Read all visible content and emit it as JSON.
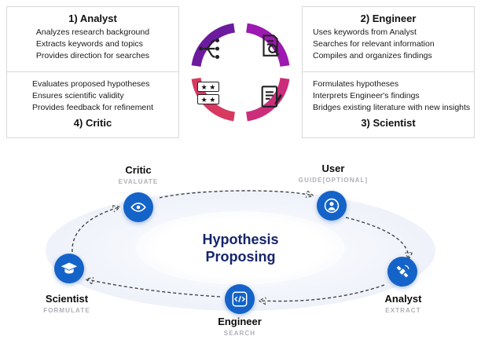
{
  "colors": {
    "ring_top_left": "#6d1b9e",
    "ring_top_right": "#9c1ab1",
    "ring_bottom_right": "#cb2d7b",
    "ring_bottom_left": "#d8395f",
    "node_blue": "#1463c8",
    "center_text": "#16256b",
    "role_gray": "#aeaeb9"
  },
  "quadrants": {
    "analyst": {
      "title": "1) Analyst",
      "lines": [
        "Analyzes research background",
        "Extracts keywords and topics",
        "Provides direction for searches"
      ]
    },
    "engineer": {
      "title": "2) Engineer",
      "lines": [
        "Uses keywords from Analyst",
        "Searches for relevant information",
        "Compiles and organizes findings"
      ]
    },
    "critic": {
      "title": "4) Critic",
      "lines": [
        "Evaluates proposed hypotheses",
        "Ensures scientific validity",
        "Provides feedback for refinement"
      ]
    },
    "scientist": {
      "title": "3) Scientist",
      "lines": [
        "Formulates hypotheses",
        "Interprets Engineer's findings",
        "Bridges existing literature with new insights"
      ]
    }
  },
  "ring_icons": {
    "analyst": "keyword-network-icon",
    "engineer": "document-search-icon",
    "critic": "rating-stars-icon",
    "scientist": "document-pen-icon",
    "critic_stars_rows": [
      "★ ★",
      "★ ★"
    ]
  },
  "cycle": {
    "center_line1": "Hypothesis",
    "center_line2": "Proposing",
    "nodes": {
      "critic": {
        "name": "Critic",
        "role": "EVALUATE",
        "icon": "eye-icon"
      },
      "user": {
        "name": "User",
        "role": "GUIDE[OPTIONAL]",
        "icon": "person-icon"
      },
      "analyst": {
        "name": "Analyst",
        "role": "EXTRACT",
        "icon": "satellite-icon"
      },
      "engineer": {
        "name": "Engineer",
        "role": "SEARCH",
        "icon": "code-icon"
      },
      "scientist": {
        "name": "Scientist",
        "role": "FORMULATE",
        "icon": "graduation-cap-icon"
      }
    }
  }
}
